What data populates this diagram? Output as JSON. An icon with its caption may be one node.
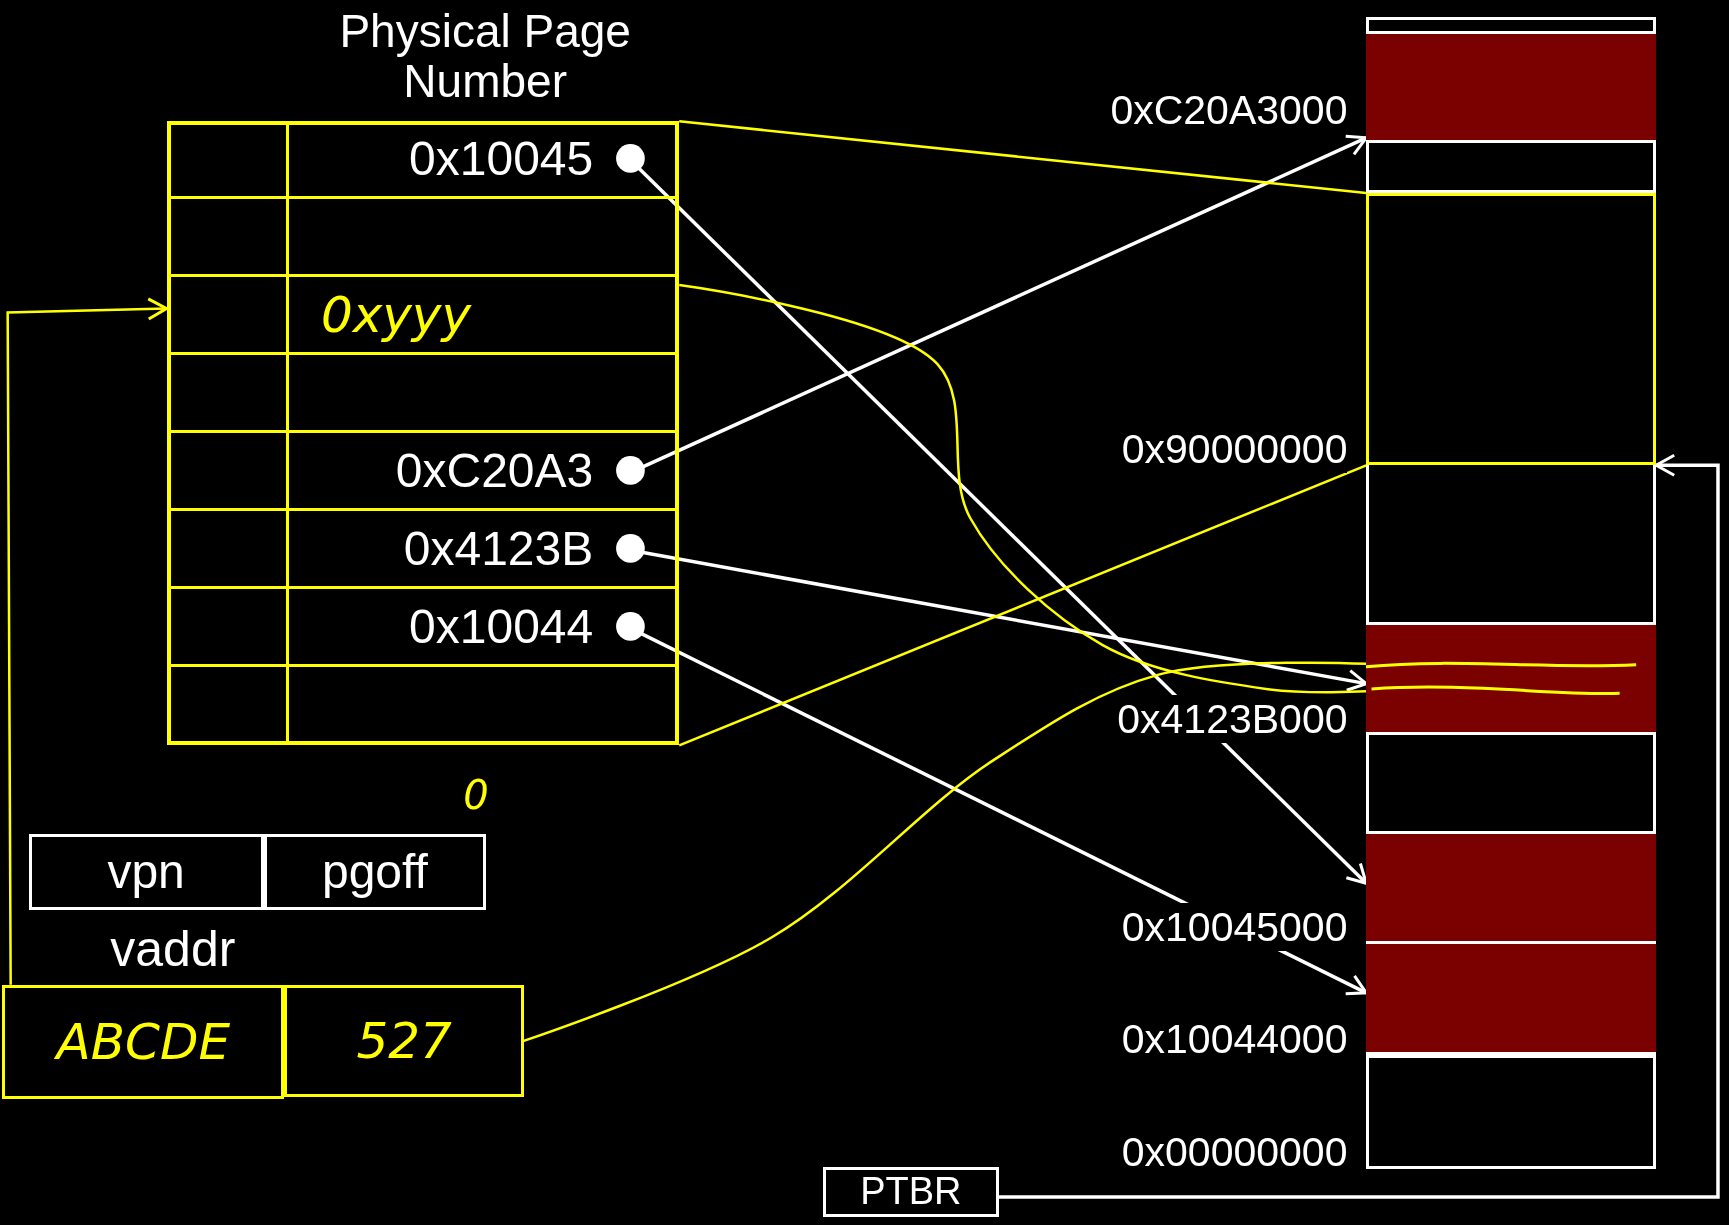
{
  "diagram": {
    "nodes": [
      {
        "text": [
          "Physical Page Number"
        ]
      },
      {
        "text": [
          "0x10045"
        ],
        "in": 0
      },
      {
        "text": [],
        "shape": "box",
        "in": 0
      },
      {
        "text": [
          "0xyyy"
        ],
        "in": 0
      },
      {
        "text": [],
        "shape": "box",
        "in": 0
      },
      {
        "text": [
          "0xC20A3"
        ],
        "in": 0
      },
      {
        "text": [
          "0x4123B"
        ],
        "in": 0
      },
      {
        "text": [
          "0x10044"
        ],
        "in": 0
      },
      {
        "text": [],
        "shape": "box",
        "in": 0
      },
      {
        "text": [],
        "shape": "box"
      },
      {
        "text": [],
        "shape": "box",
        "in": 9
      },
      {
        "text": [],
        "shape": "box",
        "in": 9,
        "beside": [
          "0xC20A3000"
        ]
      },
      {
        "text": [],
        "shape": "box",
        "in": 9
      },
      {
        "text": [],
        "shape": "box",
        "in": 9,
        "beside": [
          "0x90000000"
        ]
      },
      {
        "text": [],
        "shape": "box",
        "in": 9
      },
      {
        "text": [],
        "shape": "box",
        "in": 9,
        "beside": [
          "0x4123B000"
        ]
      },
      {
        "text": [],
        "shape": "box",
        "in": 9
      },
      {
        "text": [],
        "shape": "box",
        "in": 9,
        "beside": [
          "0x10045000"
        ]
      },
      {
        "text": [],
        "shape": "box",
        "in": 9,
        "beside": [
          "0x10044000"
        ]
      },
      {
        "text": [],
        "shape": "box",
        "in": 9,
        "beside": [
          "0x00000000"
        ]
      },
      {
        "text": [
          "vpn"
        ]
      },
      {
        "text": [
          "pgoff"
        ]
      },
      {
        "text": [
          "ABCDE"
        ]
      },
      {
        "text": [
          "527"
        ]
      },
      {
        "text": [
          "PTBR"
        ]
      }
    ],
    "edges": [
      {
        "from": 1,
        "to": 17,
        "arrow": "to"
      },
      {
        "from": 5,
        "to": 11,
        "arrow": "to"
      },
      {
        "from": 6,
        "to": 15,
        "arrow": "to"
      },
      {
        "from": 7,
        "to": 18,
        "arrow": "to"
      },
      {
        "from": 0,
        "to": 13,
        "arrow": "none",
        "color": "#ffff00"
      },
      {
        "from": 0,
        "to": 13,
        "arrow": "none",
        "color": "#ffff00"
      },
      {
        "from": 24,
        "to": 13,
        "arrow": "to"
      },
      {
        "from": 22,
        "to": 3,
        "arrow": "to",
        "color": "#ffff00"
      },
      {
        "from": 3,
        "to": 15,
        "arrow": "none",
        "color": "#ffff00"
      },
      {
        "from": 23,
        "to": 15,
        "arrow": "none",
        "color": "#ffff00"
      }
    ],
    "labels": [
      "0",
      "vaddr"
    ]
  }
}
